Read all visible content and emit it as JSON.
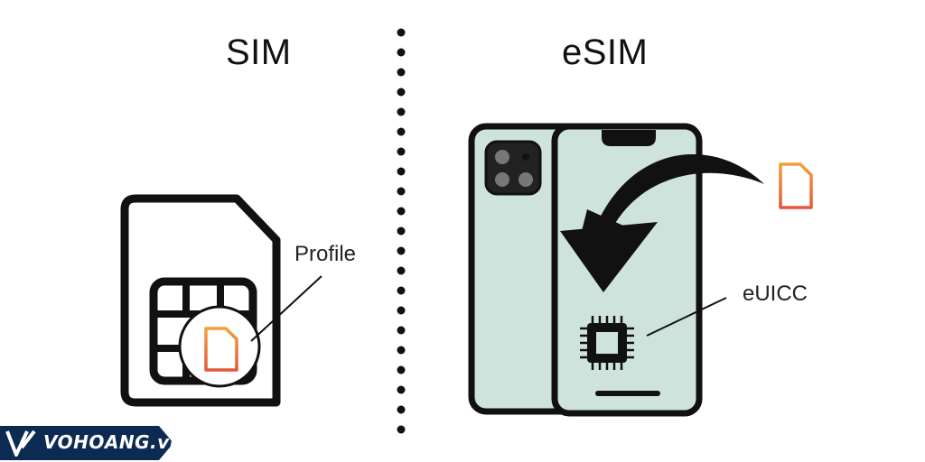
{
  "diagram": {
    "sim_title": "SIM",
    "esim_title": "eSIM",
    "profile_label": "Profile",
    "euicc_label": "eUICC"
  },
  "brand": {
    "logo_text": "VOHOANG.vn",
    "logo_bg": "#0d2a52"
  },
  "colors": {
    "phone_fill": "#cfe3dd",
    "profile_icon": "#e8703c",
    "outline": "#111111"
  }
}
